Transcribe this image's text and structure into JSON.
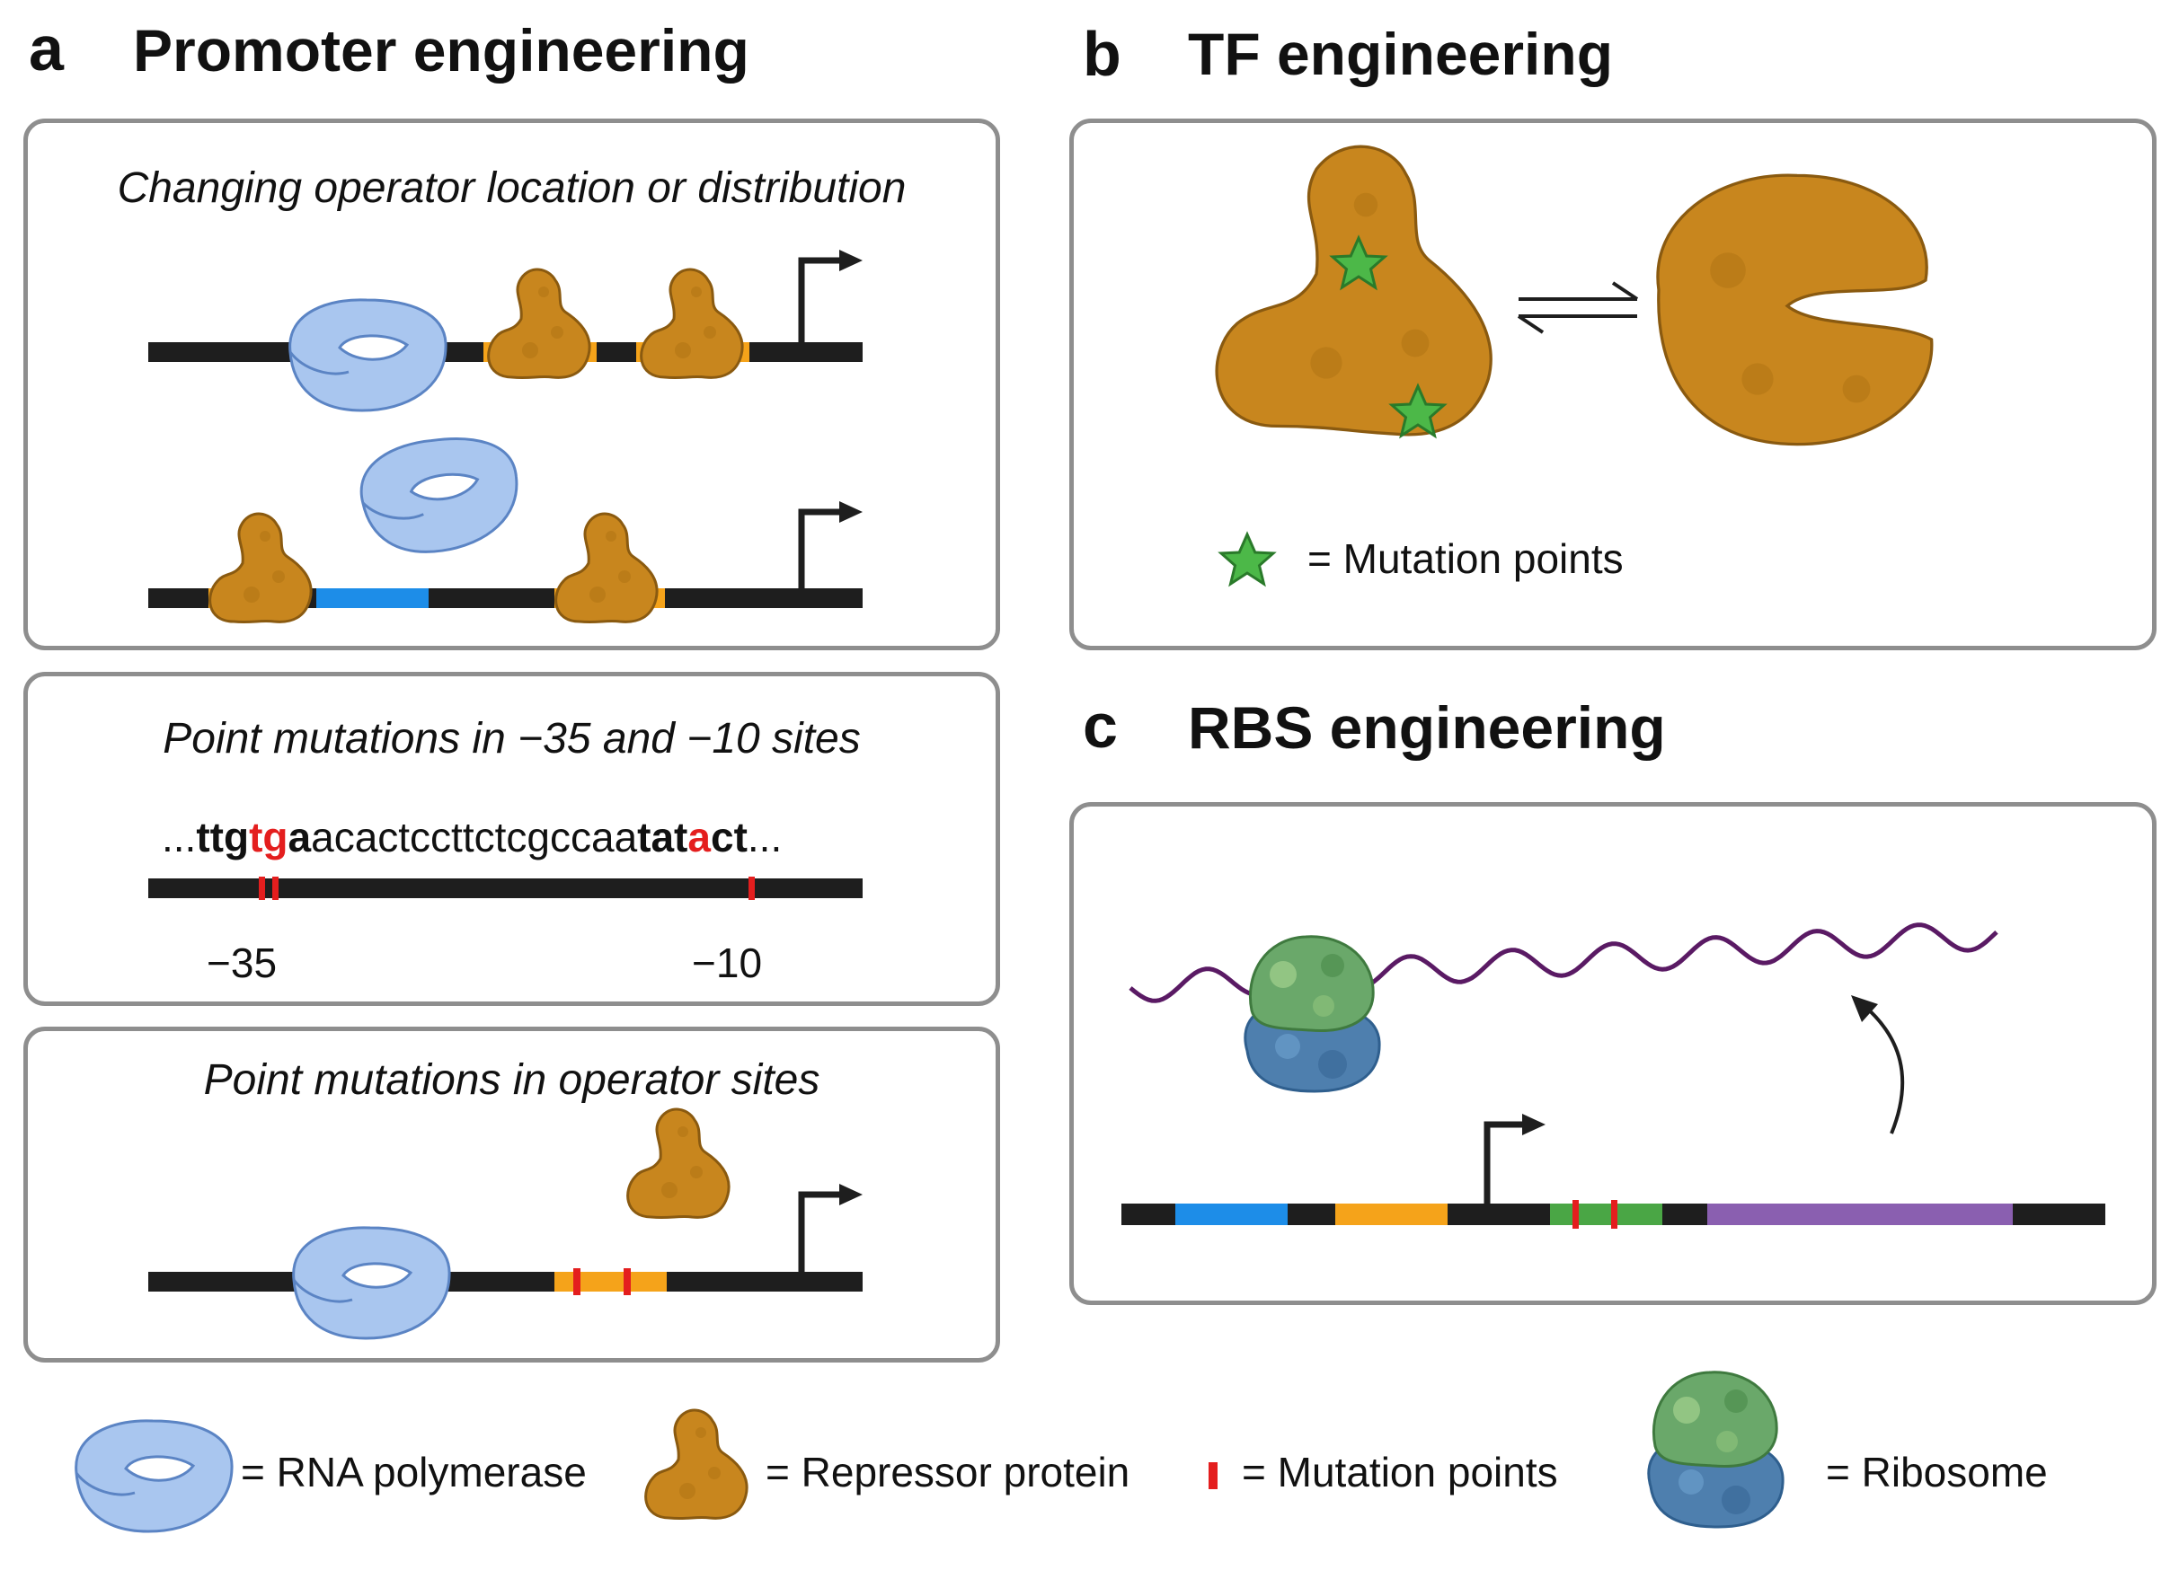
{
  "panels": {
    "a": {
      "letter": "a",
      "title": "Promoter engineering",
      "box1_caption": "Changing operator location or distribution",
      "box2_caption": "Point mutations in −35 and −10 sites",
      "box3_caption": "Point mutations in operator sites",
      "sequence": {
        "prefix": "...",
        "bold1": "ttg",
        "mut1": "tg",
        "bold2": "a",
        "plain": "acactccttctcgccaa",
        "bold3": "tat",
        "mut2": "a",
        "bold4": "ct",
        "suffix": "..."
      },
      "pos_35": "−35",
      "pos_10": "−10"
    },
    "b": {
      "letter": "b",
      "title": "TF engineering",
      "legend": "= Mutation points"
    },
    "c": {
      "letter": "c",
      "title": "RBS engineering"
    }
  },
  "legend": {
    "rna_polymerase": "= RNA polymerase",
    "repressor": "= Repressor protein",
    "mutation": "= Mutation points",
    "ribosome": "= Ribosome"
  },
  "colors": {
    "dna": "#1e1e1e",
    "polymerase": "#a9c6ef",
    "repressor": "#c8861e",
    "operator": "#f5a31a",
    "promoter_blue": "#1d8de8",
    "mutation": "#e41e1e",
    "star": "#4cb848",
    "rbs_green": "#4aa645",
    "gene_purple": "#8a5fb0",
    "mrna": "#5a1a64",
    "ribosome_top": "#6aa86a",
    "ribosome_bottom": "#4e7fae"
  }
}
